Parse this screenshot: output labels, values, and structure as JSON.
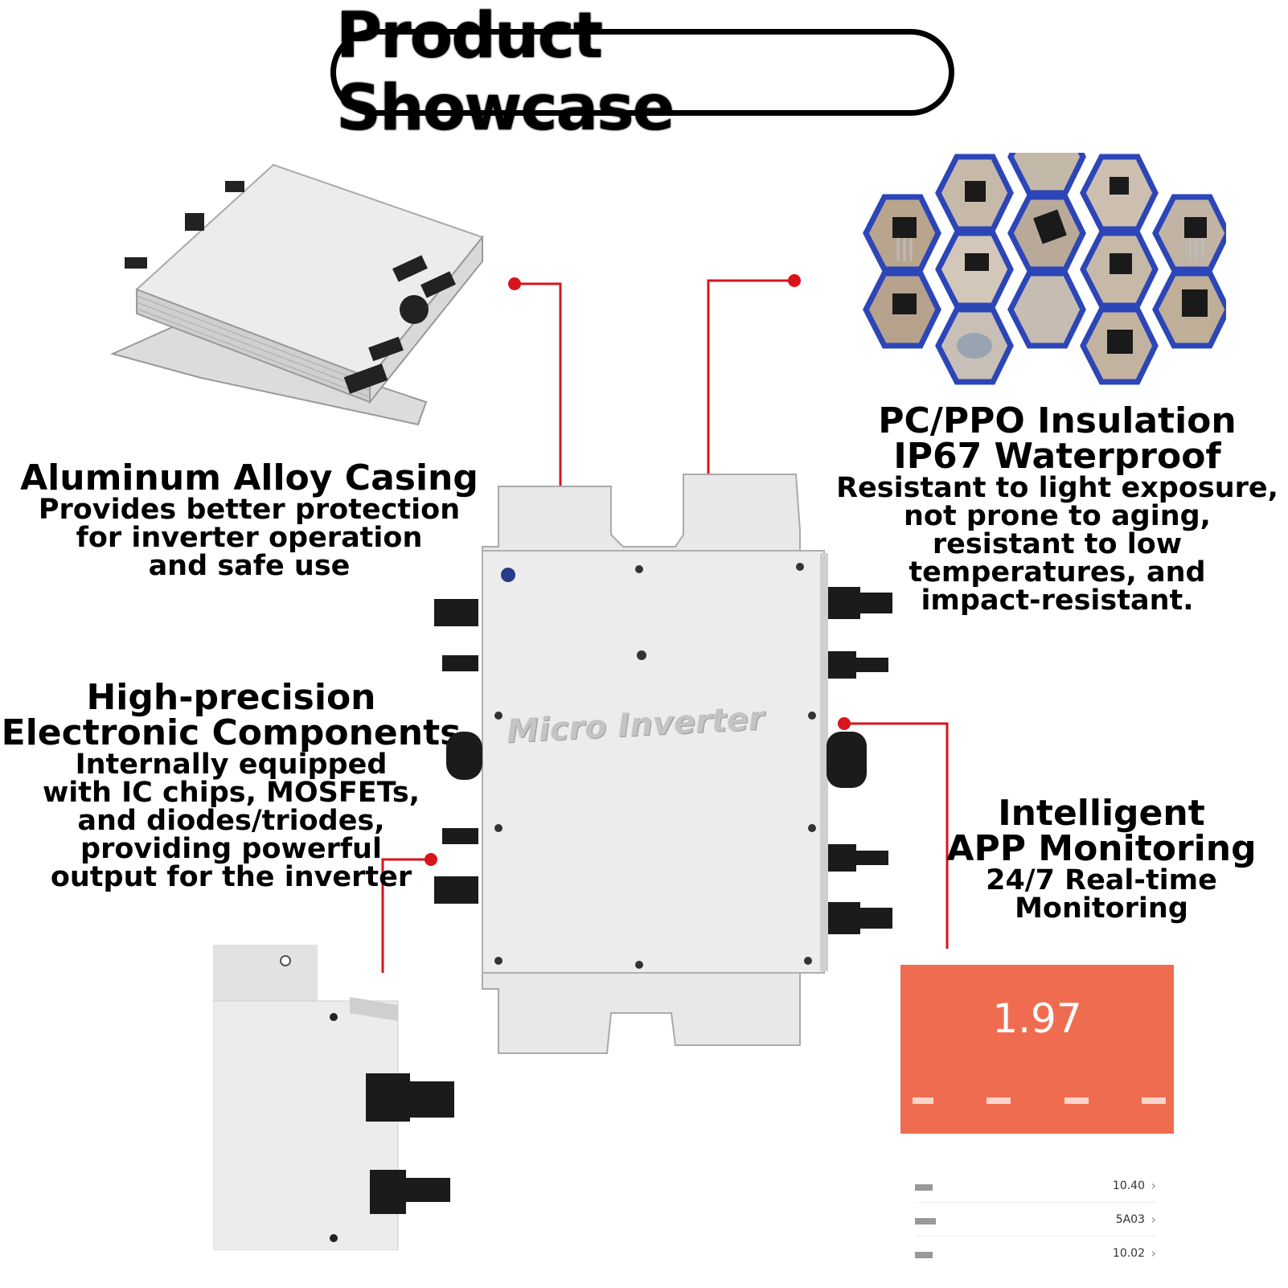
{
  "title": "Product Showcase",
  "sections": {
    "casing": {
      "heading": "Aluminum Alloy Casing",
      "lines": [
        "Provides better protection",
        "for inverter operation",
        "and safe use"
      ]
    },
    "components": {
      "heading_lines": [
        "High-precision",
        "Electronic Components"
      ],
      "lines": [
        "Internally equipped",
        "with IC chips, MOSFETs,",
        "and diodes/triodes,",
        "providing powerful",
        "output for the inverter"
      ]
    },
    "insulation": {
      "heading_lines": [
        "PC/PPO Insulation",
        "IP67 Waterproof"
      ],
      "lines": [
        "Resistant to light exposure,",
        "not prone to aging,",
        "resistant to low",
        "temperatures, and",
        "impact-resistant."
      ]
    },
    "monitoring": {
      "heading_lines": [
        "Intelligent",
        "APP Monitoring"
      ],
      "lines": [
        "24/7 Real-time",
        "Monitoring"
      ]
    }
  },
  "device": {
    "label": "Micro Inverter"
  },
  "app": {
    "big_value": "1.97",
    "rows": [
      {
        "value": "10.40"
      },
      {
        "value": "5A03"
      },
      {
        "value": "10.02"
      }
    ],
    "chevron": "›"
  },
  "colors": {
    "accent_red": "#d8141c",
    "app_orange": "#f06c50",
    "hex_blue": "#2c46b8",
    "metal": "#e4e4e4"
  }
}
